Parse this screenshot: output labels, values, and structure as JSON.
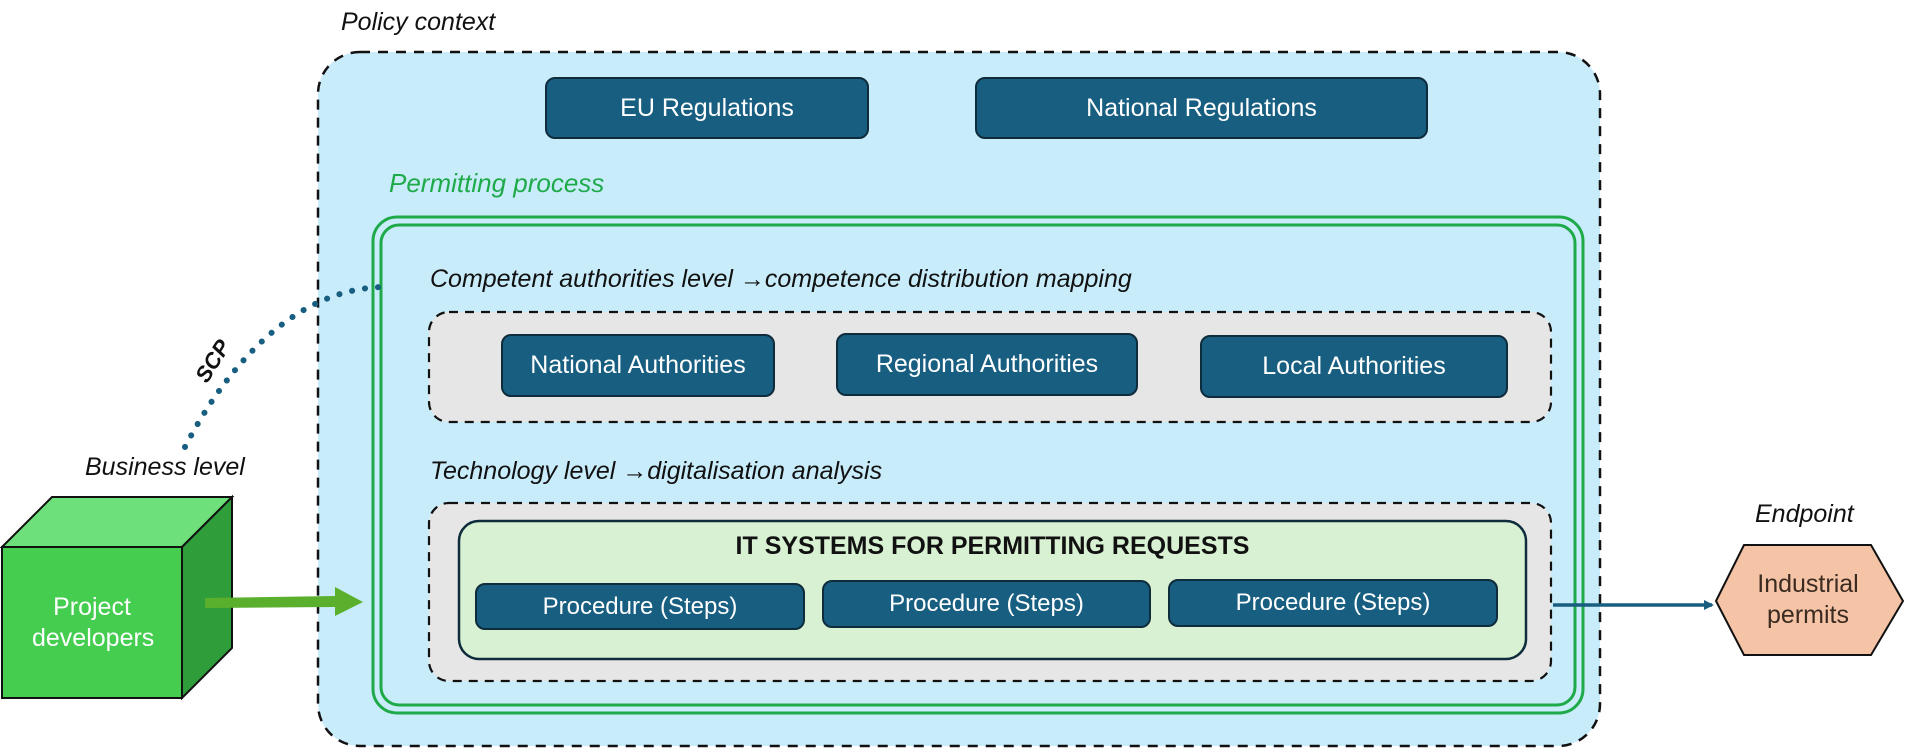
{
  "policy_context": {
    "label": "Policy context",
    "regulations": [
      "EU Regulations",
      "National Regulations"
    ]
  },
  "permitting": {
    "label": "Permitting process",
    "competent_label": "Competent authorities level →competence distribution mapping",
    "authorities": [
      "National Authorities",
      "Regional Authorities",
      "Local Authorities"
    ],
    "technology_label": "Technology level →digitalisation analysis",
    "it_systems": {
      "title": "IT SYSTEMS FOR PERMITTING REQUESTS",
      "procedures": [
        "Procedure (Steps)",
        "Procedure (Steps)",
        "Procedure (Steps)"
      ]
    }
  },
  "business": {
    "label": "Business level",
    "scp": "SCP",
    "actor": "Project developers"
  },
  "endpoint": {
    "label": "Endpoint",
    "result": "Industrial permits"
  },
  "colors": {
    "policy_fill": "#c9ecfb",
    "navy": "#175e80",
    "permit_green": "#1faa4a",
    "grey_fill": "#e6e6e6",
    "it_fill": "#d8f1d2",
    "cube_front": "#44cd4f",
    "cube_top": "#6ee07a",
    "cube_side": "#2f9e3a",
    "hexagon_fill": "#f5c4a6",
    "green_arrow": "#5ab02c"
  }
}
